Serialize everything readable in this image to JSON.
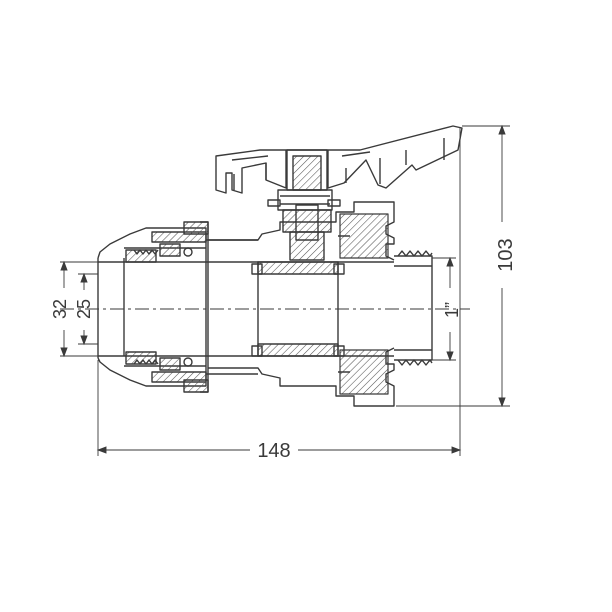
{
  "drawing": {
    "type": "technical-cross-section",
    "subject": "ball valve",
    "line_color": "#3a3a3a",
    "hatch_color": "#555555",
    "background": "#ffffff"
  },
  "dimensions": {
    "total_length": "148",
    "total_height": "103",
    "pipe_outer_diameter": "32",
    "pipe_inner_diameter": "25",
    "thread_size": "1”"
  }
}
